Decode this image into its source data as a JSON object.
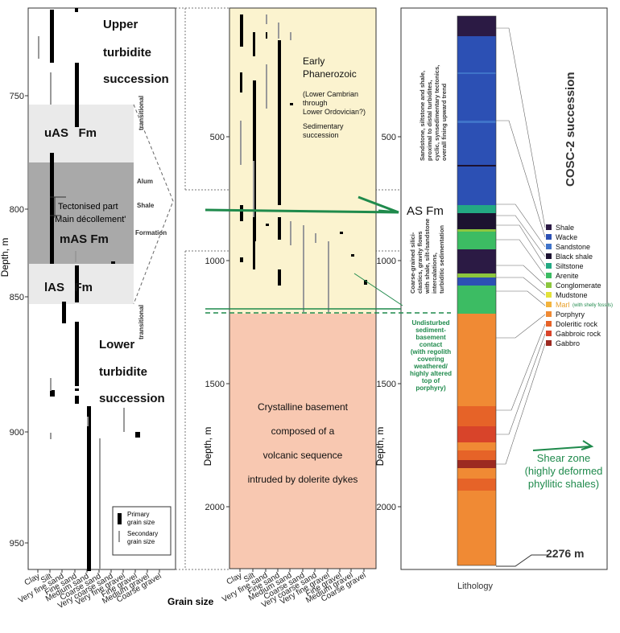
{
  "left_panel": {
    "depth_ticks": [
      "750",
      "800",
      "850",
      "900",
      "950"
    ],
    "axis_label": "Depth, m",
    "upper_title": [
      "Upper",
      "turbidite",
      "succession"
    ],
    "lower_title": [
      "Lower",
      "turbidite",
      "succession"
    ],
    "uas_label": "uAS   Fm",
    "mas_label": "mAS Fm",
    "las_label": "lAS   Fm",
    "transitional_label": "transitional",
    "alum_label": "Alum",
    "shale_label": "Shale",
    "formation_label": "Formation",
    "tectonised_label": "Tectonised part",
    "decollement_label": "'Main décollement'",
    "legend_primary": [
      "Primary",
      "grain size"
    ],
    "legend_secondary": [
      "Secondary",
      "grain size"
    ],
    "grain_classes": [
      "Clay",
      "Silt",
      "Very fine sand",
      "Fine sand",
      "Medium sand",
      "Coarse sand",
      "Very coarse sand",
      "Very fine gravel",
      "Fine gravel",
      "Medium gravel",
      "Coarse gravel"
    ],
    "grain_size_title": "Grain size"
  },
  "middle_panel": {
    "depth_ticks": [
      "500",
      "1000",
      "1500",
      "2000"
    ],
    "axis_label": "Depth, m",
    "early_phanerozoic": [
      "Early",
      "Phanerozoic"
    ],
    "age_note": [
      "(Lower Cambrian",
      "through",
      "Lower Ordovician?)"
    ],
    "sedimentary": [
      "Sedimentary",
      "succession"
    ],
    "basement_text": [
      "Crystalline basement",
      "composed of a",
      "volcanic sequence",
      "intruded by dolerite dykes"
    ],
    "grain_classes": [
      "Clay",
      "Silt",
      "Very fine sand",
      "Fine sand",
      "Medium sand",
      "Coarse sand",
      "Very coarse sand",
      "Very fine gravel",
      "Fine gravel",
      "Medium gravel",
      "Coarse gravel"
    ]
  },
  "right_panel": {
    "depth_ticks": [
      "500",
      "1000",
      "1500",
      "2000"
    ],
    "axis_label": "Depth, m",
    "title": "COSC-2  succession",
    "as_fm": "AS Fm",
    "upper_desc": [
      "Sandstone, siltstone and shale,",
      "proximal to distal turbidites,",
      "cyclic, synsedimentary tectonics,",
      "overall fining upward trend"
    ],
    "lower_desc": [
      "Coarse-grained silici-",
      "clastics, gravity flows",
      "with shale, silt-/sandstone",
      "intercalations,",
      "turbiditic sedimentation"
    ],
    "contact_note": [
      "Undisturbed",
      "sediment-",
      "basement",
      "contact",
      "(with regolith",
      "covering",
      "weathered/",
      "highly altered",
      "top of",
      "porphyry)"
    ],
    "shear_zone": [
      "Shear zone",
      "(highly deformed",
      "phyllitic shales)"
    ],
    "total_depth": "2276 m",
    "lithology_label": "Lithology",
    "legend": [
      {
        "label": "Shale",
        "color": "#2b1a44"
      },
      {
        "label": "Wacke",
        "color": "#2c50b4"
      },
      {
        "label": "Sandstone",
        "color": "#3f73c9"
      },
      {
        "label": "Black shale",
        "color": "#1c1230"
      },
      {
        "label": "Siltstone",
        "color": "#23a983"
      },
      {
        "label": "Arenite",
        "color": "#3cbc63"
      },
      {
        "label": "Conglomerate",
        "color": "#8cc63e"
      },
      {
        "label": "Mudstone",
        "color": "#e3e23a"
      },
      {
        "label": "Marl",
        "note": "(with shelly fossils)",
        "color": "#f3b33d"
      },
      {
        "label": "Porphyry",
        "color": "#f08a34"
      },
      {
        "label": "Doleritic rock",
        "color": "#e66328"
      },
      {
        "label": "Gabbroic rock",
        "color": "#d8442a"
      },
      {
        "label": "Gabbro",
        "color": "#9c2a21"
      }
    ]
  },
  "colors": {
    "sediment_bg": "#fbf3cf",
    "basement_bg": "#f8c8b1",
    "uas_bg": "#eaeaea",
    "mas_bg": "#a9a9a9",
    "las_bg": "#eaeaea",
    "green": "#1f8a4c"
  }
}
